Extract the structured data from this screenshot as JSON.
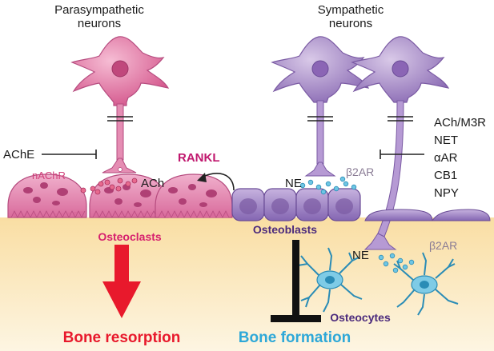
{
  "labels": {
    "parasympathetic": [
      "Parasympathetic",
      "neurons"
    ],
    "sympathetic": [
      "Sympathetic",
      "neurons"
    ],
    "ache": "AChE",
    "nachr": "nAChR",
    "ach": "ACh",
    "rankl": "RANKL",
    "ne_top": "NE",
    "b2ar_top": "β2AR",
    "ne_bottom": "NE",
    "b2ar_bottom": "β2AR",
    "osteoclasts": "Osteoclasts",
    "osteoblasts": "Osteoblasts",
    "osteocytes": "Osteocytes",
    "inhibitors": [
      "ACh/M3R",
      "NET",
      "αAR",
      "CB1",
      "NPY"
    ],
    "bone_resorption": "Bone resorption",
    "bone_formation": "Bone formation"
  },
  "colors": {
    "para_neuron": "#e07aa6",
    "osteoclast": "#e58fb5",
    "symp_neuron": "#a98bc4",
    "osteoblast": "#9b7fc2",
    "osteocyte": "#4cb6da",
    "bone": "#fbe7bc",
    "resorption_arrow": "#e8192c"
  }
}
